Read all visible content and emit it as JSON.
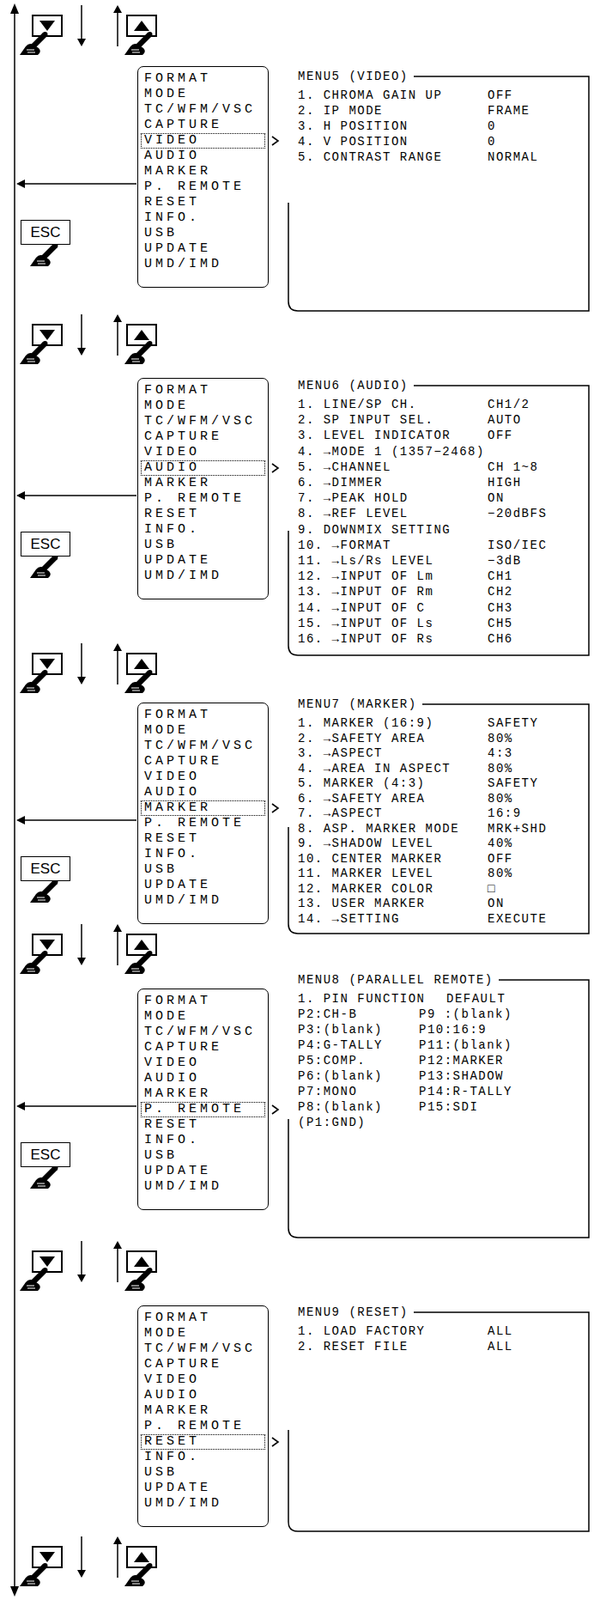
{
  "diagram": {
    "nodes": [
      {
        "text": [
          "FORMAT",
          "MODE",
          "TC/WFM/VSC",
          "CAPTURE",
          "VIDEO",
          "AUDIO",
          "MARKER",
          "P. REMOTE",
          "RESET",
          "INFO.",
          "USB",
          "UPDATE",
          "UMD/IMD"
        ]
      },
      {
        "text": [
          "MENU5 (VIDEO)",
          "1. CHROMA GAIN UP",
          "OFF",
          "2. IP MODE",
          "FRAME",
          "3. H POSITION",
          "0",
          "4. V POSITION",
          "0",
          "5. CONTRAST RANGE",
          "NORMAL"
        ]
      },
      {
        "text": [
          "ESC"
        ]
      },
      {
        "text": [
          "FORMAT",
          "MODE",
          "TC/WFM/VSC",
          "CAPTURE",
          "VIDEO",
          "AUDIO",
          "MARKER",
          "P. REMOTE",
          "RESET",
          "INFO.",
          "USB",
          "UPDATE",
          "UMD/IMD"
        ]
      },
      {
        "text": [
          "MENU6 (AUDIO)",
          "1. LINE/SP CH.",
          "CH1/2",
          "2. SP INPUT SEL.",
          "AUTO",
          "3. LEVEL INDICATOR",
          "OFF",
          "4. →MODE 1 (1357−2468)",
          "5. →CHANNEL",
          "CH 1~8",
          "6. →DIMMER",
          "HIGH",
          "7. →PEAK HOLD",
          "ON",
          "8. →REF LEVEL",
          "−20dBFS",
          "9. DOWNMIX SETTING",
          "10. →FORMAT",
          "ISO/IEC",
          "11. →Ls/Rs LEVEL",
          "−3dB",
          "12. →INPUT OF Lm",
          "CH1",
          "13. →INPUT OF Rm",
          "CH2",
          "14. →INPUT OF C",
          "CH3",
          "15. →INPUT OF Ls",
          "CH5",
          "16. →INPUT OF Rs",
          "CH6"
        ]
      },
      {
        "text": [
          "ESC"
        ]
      },
      {
        "text": [
          "FORMAT",
          "MODE",
          "TC/WFM/VSC",
          "CAPTURE",
          "VIDEO",
          "AUDIO",
          "MARKER",
          "P. REMOTE",
          "RESET",
          "INFO.",
          "USB",
          "UPDATE",
          "UMD/IMD"
        ]
      },
      {
        "text": [
          "MENU7 (MARKER)",
          "1. MARKER (16:9)",
          "SAFETY",
          "2. →SAFETY AREA",
          "80%",
          "3. →ASPECT",
          "4:3",
          "4. →AREA IN ASPECT",
          "80%",
          "5. MARKER (4:3)",
          "SAFETY",
          "6. →SAFETY AREA",
          "80%",
          "7. →ASPECT",
          "16:9",
          "8. ASP. MARKER MODE",
          "MRK+SHD",
          "9. →SHADOW LEVEL",
          "40%",
          "10. CENTER MARKER",
          "OFF",
          "11. MARKER LEVEL",
          "80%",
          "12. MARKER COLOR",
          "□",
          "13. USER MARKER",
          "ON",
          "14. →SETTING",
          "EXECUTE"
        ]
      },
      {
        "text": [
          "ESC"
        ]
      },
      {
        "text": [
          "FORMAT",
          "MODE",
          "TC/WFM/VSC",
          "CAPTURE",
          "VIDEO",
          "AUDIO",
          "MARKER",
          "P. REMOTE",
          "RESET",
          "INFO.",
          "USB",
          "UPDATE",
          "UMD/IMD"
        ]
      },
      {
        "text": [
          "MENU8 (PARALLEL REMOTE)",
          "1. PIN FUNCTION",
          "DEFAULT",
          "P2:CH-B",
          "P9 :(blank)",
          "P3:(blank)",
          "P10:16:9",
          "P4:G-TALLY",
          "P11:(blank)",
          "P5:COMP.",
          "P12:MARKER",
          "P6:(blank)",
          "P13:SHADOW",
          "P7:MONO",
          "P14:R-TALLY",
          "P8:(blank)",
          "P15:SDI",
          "(P1:GND)"
        ]
      },
      {
        "text": [
          "ESC"
        ]
      },
      {
        "text": [
          "FORMAT",
          "MODE",
          "TC/WFM/VSC",
          "CAPTURE",
          "VIDEO",
          "AUDIO",
          "MARKER",
          "P. REMOTE",
          "RESET",
          "INFO.",
          "USB",
          "UPDATE",
          "UMD/IMD"
        ]
      },
      {
        "text": [
          "MENU9 (RESET)",
          "1. LOAD FACTORY",
          "ALL",
          "2. RESET FILE",
          "ALL"
        ]
      }
    ]
  }
}
